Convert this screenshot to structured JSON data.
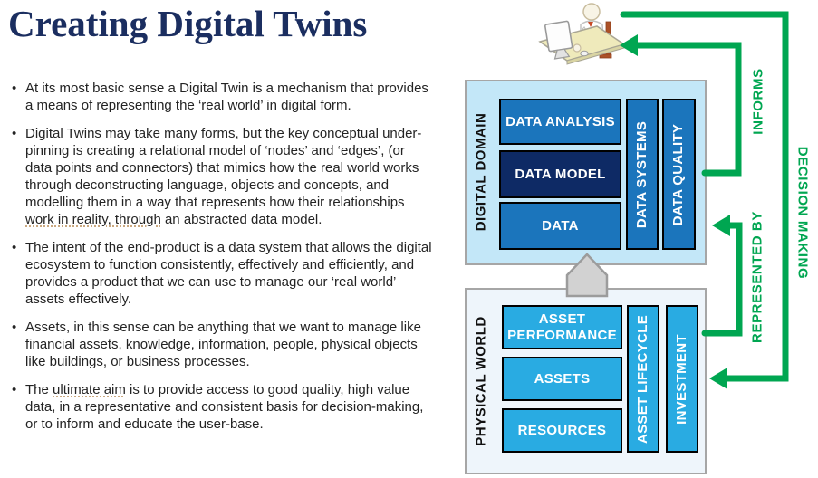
{
  "title": "Creating Digital Twins",
  "bullets": [
    {
      "segments": [
        {
          "t": "At its most basic sense a Digital Twin is a mechanism that provides a means of representing the ‘real world’ in digital form."
        }
      ]
    },
    {
      "segments": [
        {
          "t": "Digital Twins may take many forms, but the key conceptual under-pinning is creating a relational model of ‘nodes’ and ‘edges’, (or data points and connectors) that mimics how the real world works through deconstructing language, objects and concepts, and modelling them in a way that represents how their relationships "
        },
        {
          "t": "work in reality, through",
          "u": true
        },
        {
          "t": " an abstracted data model."
        }
      ]
    },
    {
      "segments": [
        {
          "t": "The intent of the end-product is a data system that allows the digital ecosystem to function consistently, effectively and efficiently, and provides a product that we can use to manage our ‘real world’ assets effectively."
        }
      ]
    },
    {
      "segments": [
        {
          "t": "Assets, in this sense can be anything that we want to manage like financial assets, knowledge, information, people, physical objects like buildings, or business processes."
        }
      ]
    },
    {
      "segments": [
        {
          "t": "The "
        },
        {
          "t": "ultimate aim",
          "u": true
        },
        {
          "t": " is to provide access to good quality, high value data, in a representative and consistent basis for decision-making, or to inform and educate the user-base."
        }
      ]
    }
  ],
  "diagram": {
    "digital": {
      "label": "DIGITAL DOMAIN",
      "boxes": [
        {
          "label": "DATA ANALYSIS"
        },
        {
          "label": "DATA MODEL"
        },
        {
          "label": "DATA"
        }
      ],
      "vertical": [
        {
          "label": "DATA SYSTEMS"
        },
        {
          "label": "DATA QUALITY"
        }
      ]
    },
    "physical": {
      "label": "PHYSICAL WORLD",
      "boxes": [
        {
          "label": "ASSET PERFORMANCE"
        },
        {
          "label": "ASSETS"
        },
        {
          "label": "RESOURCES"
        }
      ],
      "vertical": [
        {
          "label": "ASSET LIFECYCLE"
        },
        {
          "label": "INVESTMENT"
        }
      ]
    },
    "arrows": {
      "informs": "INFORMS",
      "represented_by": "REPRESENTED BY",
      "decision_making": "DECISION MAKING"
    },
    "icons": {
      "user_workstation": "user-at-workstation-icon",
      "up_arrow": "up-arrow-connector"
    }
  },
  "colors": {
    "title_navy": "#1b2e60",
    "box_blue": "#1b75bc",
    "box_navy": "#0e2a65",
    "box_cyan": "#29abe2",
    "digital_bg": "#c3e7f8",
    "physical_bg": "#eef5fb",
    "accent_green": "#00a651",
    "connector_gray": "#d0d0d0"
  }
}
